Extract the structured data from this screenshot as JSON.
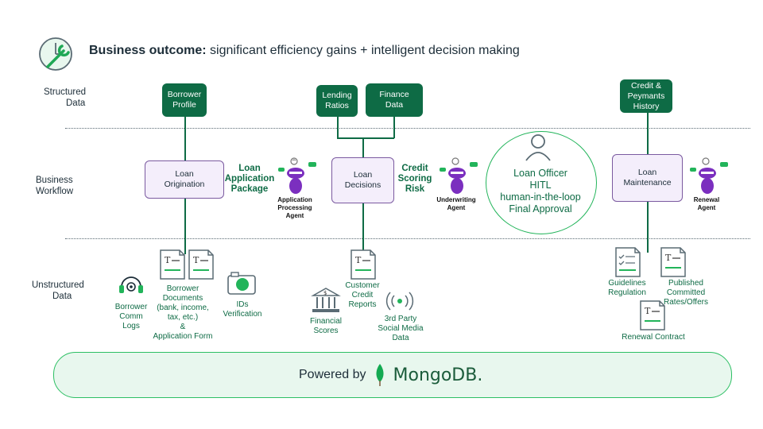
{
  "header": {
    "bold": "Business outcome:",
    "rest": " significant efficiency gains + intelligent decision making",
    "icon": "clock-wrench-icon"
  },
  "rows": {
    "structured": [
      "Structured",
      "Data"
    ],
    "workflow": [
      "Business",
      "Workflow"
    ],
    "unstructured": [
      "Unstructured",
      "Data"
    ]
  },
  "structured_boxes": {
    "borrower_profile": [
      "Borrower",
      "Profile"
    ],
    "lending_ratios": [
      "Lending",
      "Ratios"
    ],
    "finance_data": [
      "Finance",
      "Data"
    ],
    "credit_history": [
      "Credit &",
      "Peymants",
      "History"
    ]
  },
  "workflow": {
    "loan_origination": [
      "Loan",
      "Origination"
    ],
    "loan_decisions": [
      "Loan",
      "Decisions"
    ],
    "loan_maintenance": [
      "Loan",
      "Maintenance"
    ],
    "application_package": [
      "Loan",
      "Application",
      "Package"
    ],
    "credit_scoring": [
      "Credit",
      "Scoring",
      "Risk"
    ],
    "agents": {
      "application_processing": [
        "Application",
        "Processing",
        "Agent"
      ],
      "underwriting": [
        "Underwriting",
        "Agent"
      ],
      "renewal": [
        "Renewal",
        "Agent"
      ]
    },
    "officer": [
      "Loan Officer",
      "HITL",
      "human-in-the-loop",
      "Final Approval"
    ]
  },
  "unstructured": {
    "borrower_comm_logs": [
      "Borrower",
      "Comm",
      "Logs"
    ],
    "borrower_documents": [
      "Borrower",
      "Documents",
      "(bank, income,",
      "tax, etc.)",
      "&",
      "Application Form"
    ],
    "ids_verification": [
      "IDs",
      "Verification"
    ],
    "customer_credit_reports": [
      "Customer",
      "Credit",
      "Reports"
    ],
    "financial_scores": [
      "Financial",
      "Scores"
    ],
    "third_party_social": [
      "3rd Party",
      "Social Media",
      "Data"
    ],
    "guidelines_regulation": [
      "Guidelines",
      "Regulation"
    ],
    "published_rates": [
      "Published",
      "Committed",
      "Rates/Offers"
    ],
    "renewal_contract": "Renewal Contract"
  },
  "footer": {
    "powered_by": "Powered by",
    "brand": "MongoDB."
  },
  "colors": {
    "dark_green": "#0e6b45",
    "accent_green": "#22b45a",
    "workflow_fill": "#f4eefb",
    "workflow_border": "#7b5aa0",
    "footer_fill": "#e8f7ee"
  }
}
